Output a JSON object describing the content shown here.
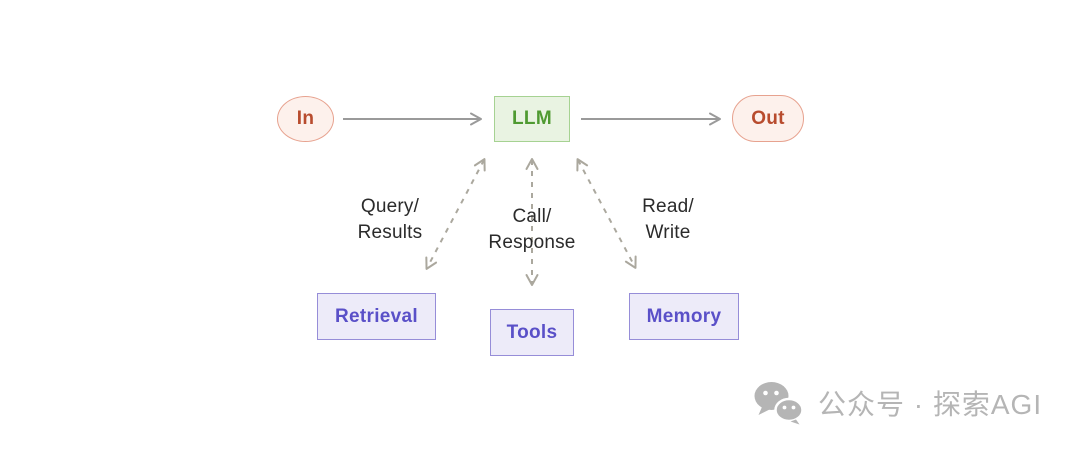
{
  "diagram": {
    "nodes": {
      "in": {
        "label": "In"
      },
      "llm": {
        "label": "LLM"
      },
      "out": {
        "label": "Out"
      },
      "retrieval": {
        "label": "Retrieval"
      },
      "tools": {
        "label": "Tools"
      },
      "memory": {
        "label": "Memory"
      }
    },
    "edge_labels": {
      "query_results": {
        "line1": "Query/",
        "line2": "Results"
      },
      "call_response": {
        "line1": "Call/",
        "line2": "Response"
      },
      "read_write": {
        "line1": "Read/",
        "line2": "Write"
      }
    },
    "colors": {
      "io_fill": "#fdf1ec",
      "io_border": "#e7a28f",
      "io_text": "#b84c2e",
      "llm_fill": "#e9f3e2",
      "llm_border": "#a6d292",
      "llm_text": "#4f9a31",
      "sub_fill": "#edebf9",
      "sub_border": "#968dd8",
      "sub_text": "#5a50c8",
      "solid_arrow": "#9a9a9a",
      "dashed_arrow": "#aba89e",
      "label_text": "#2b2b2b",
      "watermark": "#b5b5b5"
    }
  },
  "watermark": {
    "text": "公众号 · 探索AGI"
  }
}
